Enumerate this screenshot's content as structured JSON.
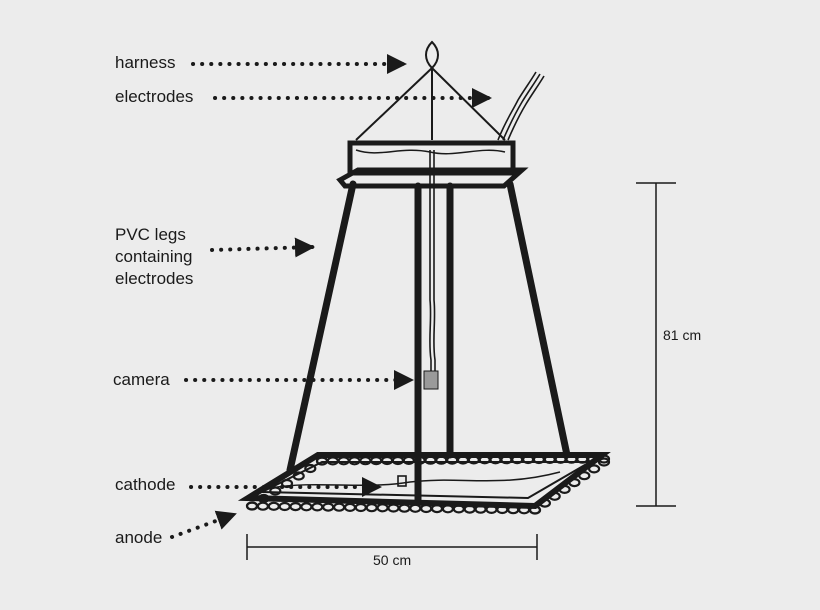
{
  "labels": {
    "harness": "harness",
    "electrodes_top": "electrodes",
    "pvc_line1": "PVC legs",
    "pvc_line2": "containing",
    "pvc_line3": "electrodes",
    "camera": "camera",
    "cathode": "cathode",
    "anode": "anode"
  },
  "dimensions": {
    "height": "81 cm",
    "width": "50 cm"
  },
  "colors": {
    "background": "#ececec",
    "ink": "#1a1a1a",
    "camera": "#9a9a9a"
  }
}
